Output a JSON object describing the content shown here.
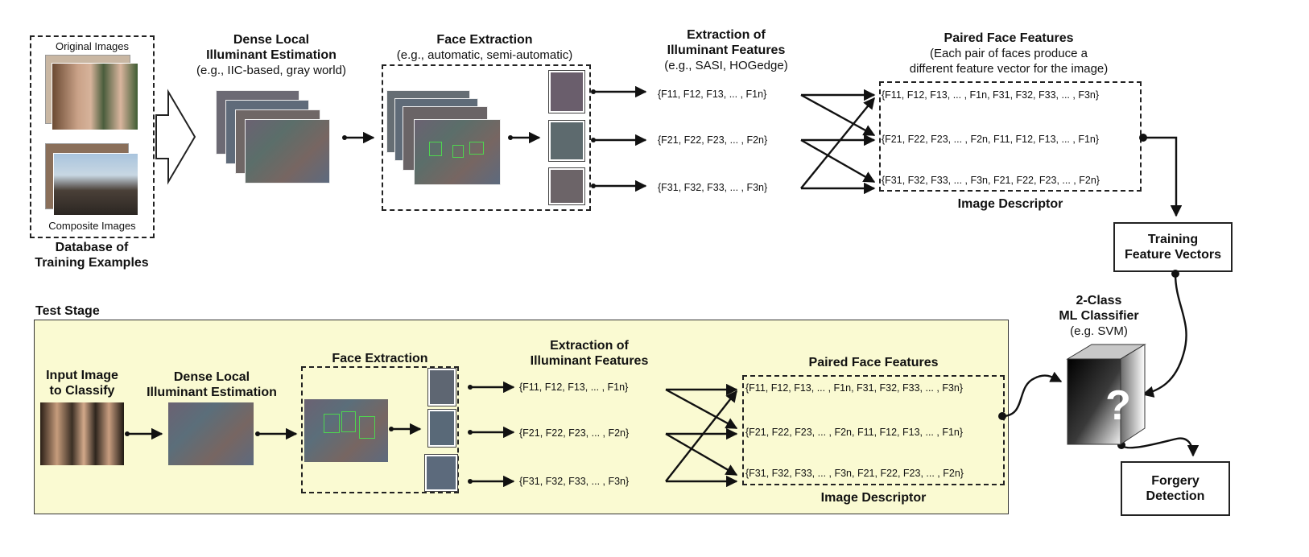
{
  "training": {
    "original_images": "Original Images",
    "composite_images": "Composite Images",
    "database_label_1": "Database of",
    "database_label_2": "Training Examples",
    "dle_title_1": "Dense Local",
    "dle_title_2": "Illuminant Estimation",
    "dle_sub": "(e.g., IIC-based, gray world)",
    "fe_title": "Face Extraction",
    "fe_sub": "(e.g., automatic, semi-automatic)",
    "eif_title_1": "Extraction of",
    "eif_title_2": "Illuminant Features",
    "eif_sub": "(e.g., SASI, HOGedge)",
    "features": [
      "{F11, F12, F13, ... , F1n}",
      "{F21, F22, F23, ... , F2n}",
      "{F31, F32, F33, ... , F3n}"
    ],
    "pff_title": "Paired Face Features",
    "pff_sub_1": "(Each pair of faces produce a",
    "pff_sub_2": "different feature vector for the image)",
    "pairs": [
      "{F11, F12, F13, ... , F1n, F31, F32, F33, ... , F3n}",
      "{F21, F22, F23, ... , F2n, F11, F12, F13, ... , F1n}",
      "{F31, F32, F33, ... , F3n, F21, F22, F23, ... , F2n}"
    ],
    "image_descriptor": "Image Descriptor",
    "tfv_1": "Training",
    "tfv_2": "Feature Vectors"
  },
  "classifier": {
    "title_1": "2-Class",
    "title_2": "ML Classifier",
    "sub": "(e.g. SVM)",
    "symbol": "?"
  },
  "test": {
    "stage_label": "Test Stage",
    "input_1": "Input Image",
    "input_2": "to Classify",
    "dle_1": "Dense Local",
    "dle_2": "Illuminant Estimation",
    "fe_title": "Face Extraction",
    "eif_1": "Extraction of",
    "eif_2": "Illuminant Features",
    "features": [
      "{F11, F12, F13, ... , F1n}",
      "{F21, F22, F23, ... , F2n}",
      "{F31, F32, F33, ... , F3n}"
    ],
    "pff_title": "Paired Face Features",
    "pairs": [
      "{F11, F12, F13, ... , F1n, F31, F32, F33, ... , F3n}",
      "{F21, F22, F23, ... , F2n, F11, F12, F13, ... , F1n}",
      "{F31, F32, F33, ... , F3n, F21, F22, F23, ... , F2n}"
    ],
    "image_descriptor": "Image Descriptor",
    "forgery_1": "Forgery",
    "forgery_2": "Detection"
  },
  "colors": {
    "test_bg": "#fafad2",
    "face_box": "#4fd64f",
    "line": "#111111"
  }
}
